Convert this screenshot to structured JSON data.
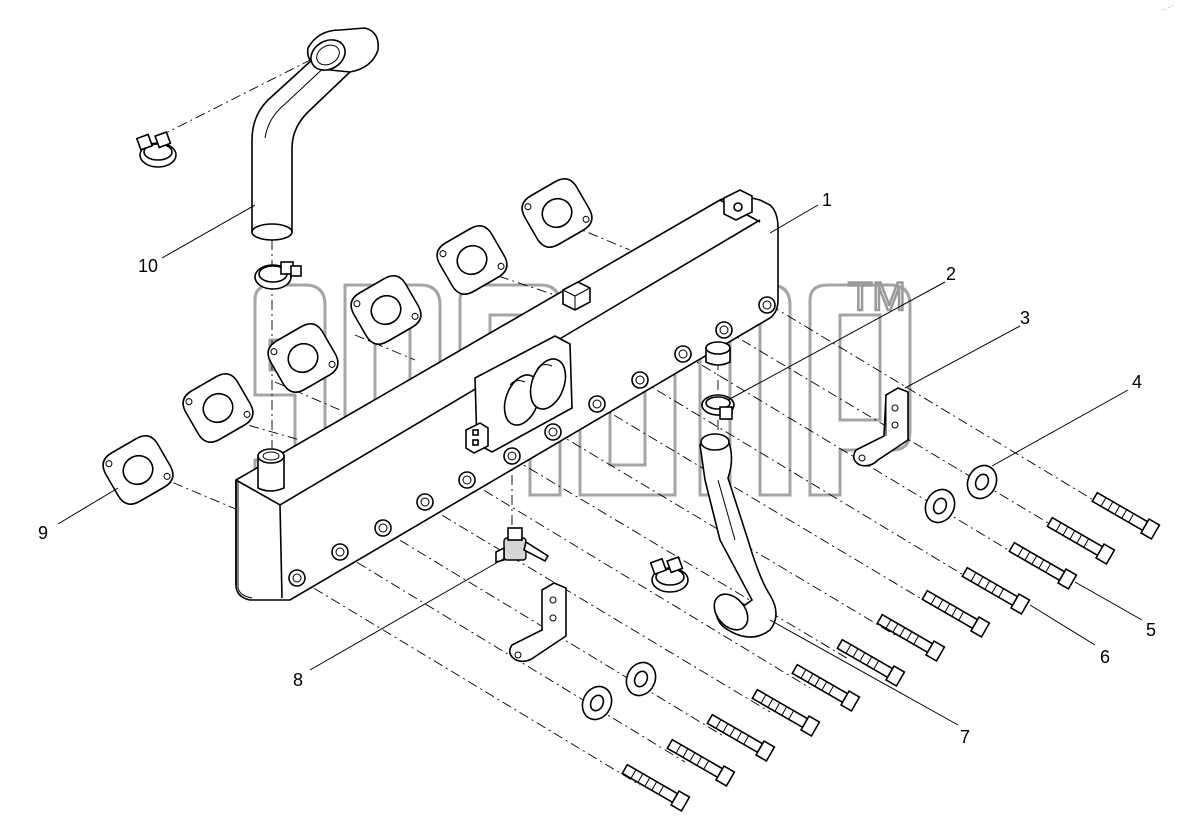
{
  "drawing": {
    "callouts": [
      {
        "id": "1",
        "label": "1"
      },
      {
        "id": "2",
        "label": "2"
      },
      {
        "id": "3",
        "label": "3"
      },
      {
        "id": "4",
        "label": "4"
      },
      {
        "id": "5",
        "label": "5"
      },
      {
        "id": "6",
        "label": "6"
      },
      {
        "id": "7",
        "label": "7"
      },
      {
        "id": "8",
        "label": "8"
      },
      {
        "id": "9",
        "label": "9"
      },
      {
        "id": "10",
        "label": "10"
      }
    ],
    "watermark": {
      "trademark": "TM"
    },
    "corner_mark": "·· ···"
  }
}
